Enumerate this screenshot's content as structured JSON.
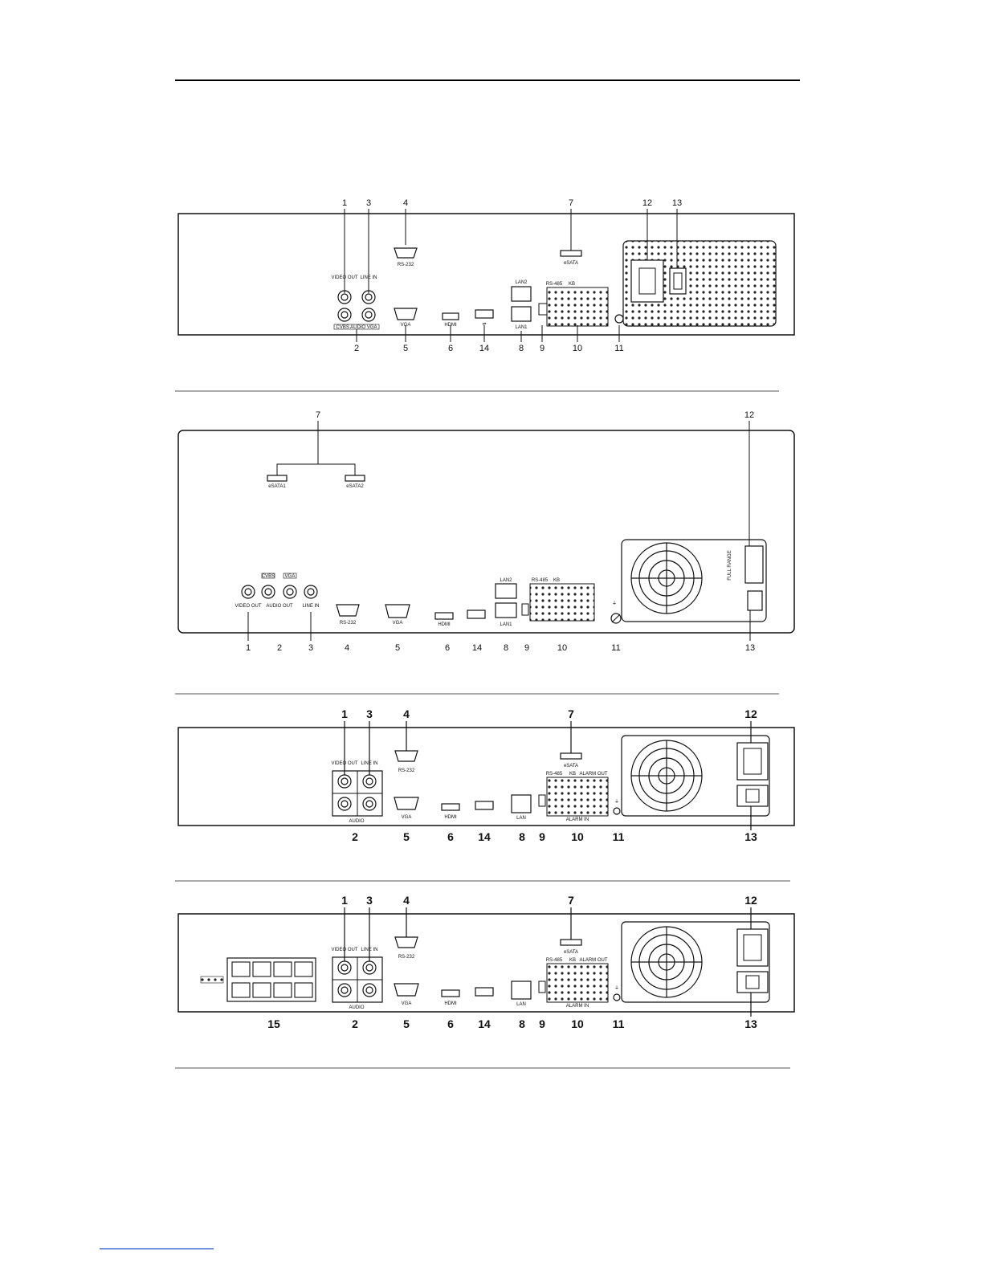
{
  "panel_a": {
    "numbers": [
      "1",
      "3",
      "4",
      "7",
      "12",
      "13",
      "2",
      "5",
      "6",
      "14",
      "8",
      "9",
      "10",
      "11"
    ],
    "labels": {
      "video_out": "VIDEO OUT",
      "line_in": "LINE IN",
      "rs232": "RS-232",
      "esata": "eSATA",
      "vga": "VGA",
      "hdmi": "HDMI",
      "lan2": "LAN2",
      "lan1": "LAN1",
      "rs485": "RS-485",
      "kb": "KB",
      "cvbs_audio_vga": "CVBS AUDIO VGA"
    }
  },
  "panel_b": {
    "numbers": [
      "7",
      "12",
      "1",
      "2",
      "3",
      "4",
      "5",
      "6",
      "14",
      "8",
      "9",
      "10",
      "11",
      "13"
    ],
    "labels": {
      "esata1": "eSATA1",
      "esata2": "eSATA2",
      "video_out": "VIDEO OUT",
      "audio_out": "AUDIO OUT",
      "line_in": "LINE IN",
      "rs232": "RS-232",
      "vga": "VGA",
      "hdmi": "HDMI",
      "lan2": "LAN2",
      "lan1": "LAN1",
      "rs485": "RS-485",
      "kb": "KB",
      "full_range": "FULL RANGE",
      "cvbs": "CVBS",
      "vga_tag": "VGA"
    }
  },
  "panel_c": {
    "numbers": [
      "1",
      "3",
      "4",
      "7",
      "12",
      "2",
      "5",
      "6",
      "14",
      "8",
      "9",
      "10",
      "11",
      "13"
    ],
    "labels": {
      "video_out": "VIDEO OUT",
      "line_in": "LINE IN",
      "rs232": "RS-232",
      "esata": "eSATA",
      "vga": "VGA",
      "hdmi": "HDMI",
      "lan": "LAN",
      "rs485": "RS-485",
      "kb": "KB",
      "alarm_out": "ALARM OUT",
      "alarm_in": "ALARM IN",
      "audio": "AUDIO"
    }
  },
  "panel_d": {
    "numbers": [
      "1",
      "3",
      "4",
      "7",
      "12",
      "15",
      "2",
      "5",
      "6",
      "14",
      "8",
      "9",
      "10",
      "11",
      "13"
    ],
    "labels": {
      "video_out": "VIDEO OUT",
      "line_in": "LINE IN",
      "rs232": "RS-232",
      "esata": "eSATA",
      "vga": "VGA",
      "hdmi": "HDMI",
      "lan": "LAN",
      "rs485": "RS-485",
      "kb": "KB",
      "alarm_out": "ALARM OUT",
      "alarm_in": "ALARM IN",
      "audio": "AUDIO"
    }
  }
}
